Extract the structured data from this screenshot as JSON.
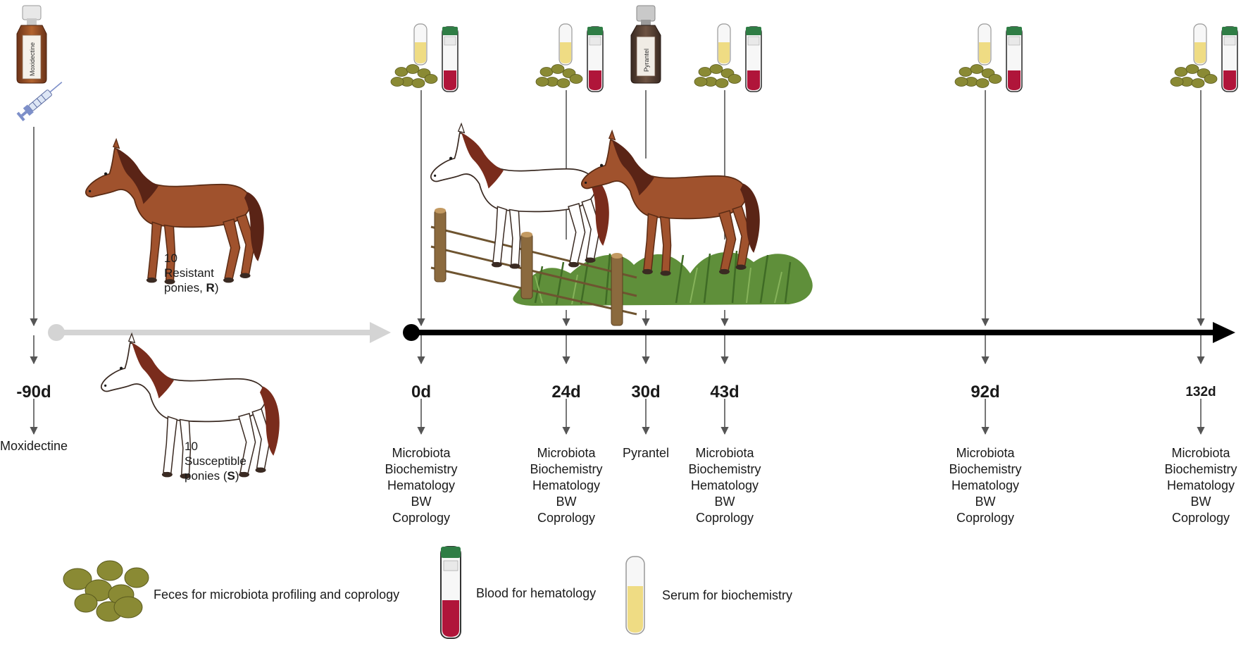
{
  "bottle_labels": {
    "moxidectine": "Moxidectine",
    "pyrantel": "Pyrantel"
  },
  "groups": {
    "resistant": {
      "count": "10",
      "line1": "Resistant",
      "line2_pre": "ponies, ",
      "line2_bold": "R",
      "line2_post": ")"
    },
    "susceptible": {
      "count": "10",
      "line1": "Susceptible",
      "line2_pre": "ponies (",
      "line2_bold": "S",
      "line2_post": ")"
    }
  },
  "timepoints": [
    {
      "day": "-90d",
      "events": [
        "Moxidectine"
      ]
    },
    {
      "day": "0d",
      "events": [
        "Microbiota",
        "Biochemistry",
        "Hematology",
        "BW",
        "Coprology"
      ]
    },
    {
      "day": "24d",
      "events": [
        "Microbiota",
        "Biochemistry",
        "Hematology",
        "BW",
        "Coprology"
      ]
    },
    {
      "day": "30d",
      "events": [
        "Pyrantel"
      ]
    },
    {
      "day": "43d",
      "events": [
        "Microbiota",
        "Biochemistry",
        "Hematology",
        "BW",
        "Coprology"
      ]
    },
    {
      "day": "92d",
      "events": [
        "Microbiota",
        "Biochemistry",
        "Hematology",
        "BW",
        "Coprology"
      ]
    },
    {
      "day": "132d",
      "events": [
        "Microbiota",
        "Biochemistry",
        "Hematology",
        "BW",
        "Coprology"
      ]
    }
  ],
  "legend": {
    "feces": "Feces for microbiota profiling and coprology",
    "blood": "Blood for hematology",
    "serum": "Serum for biochemistry"
  },
  "colors": {
    "bay_coat": "#a0522d",
    "bay_mane": "#5a2416",
    "feces": "#8a8a34",
    "blood": "#b0153a",
    "serum": "#efdc84",
    "grass": "#5f8f3a",
    "fence": "#8b6a3e",
    "timeline": "#000000",
    "pre_period_arrow": "#d4d4d4"
  }
}
